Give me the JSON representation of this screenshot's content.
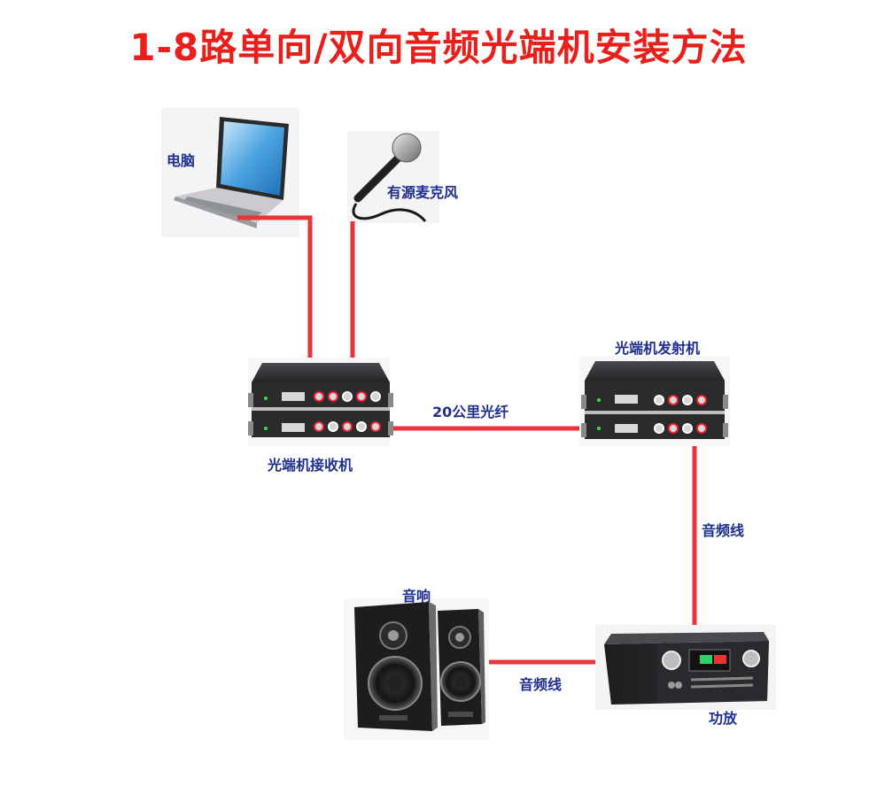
{
  "title": "1-8路单向/双向音频光端机安装方法",
  "colors": {
    "title": "#e8201c",
    "label": "#1f2f8f",
    "cable": "#e8343a",
    "device_body": "#2b2b2e"
  },
  "labels": {
    "computer": "电脑",
    "microphone": "有源麦克风",
    "receiver": "光端机接收机",
    "transmitter": "光端机发射机",
    "fiber": "20公里光纤",
    "audio_cable_vertical": "音频线",
    "speaker": "音响",
    "audio_cable_horizontal": "音频线",
    "amplifier": "功放"
  },
  "icons": [
    "laptop-icon",
    "microphone-icon",
    "optical-receiver-icon",
    "optical-transmitter-icon",
    "speaker-icon",
    "amplifier-icon"
  ]
}
